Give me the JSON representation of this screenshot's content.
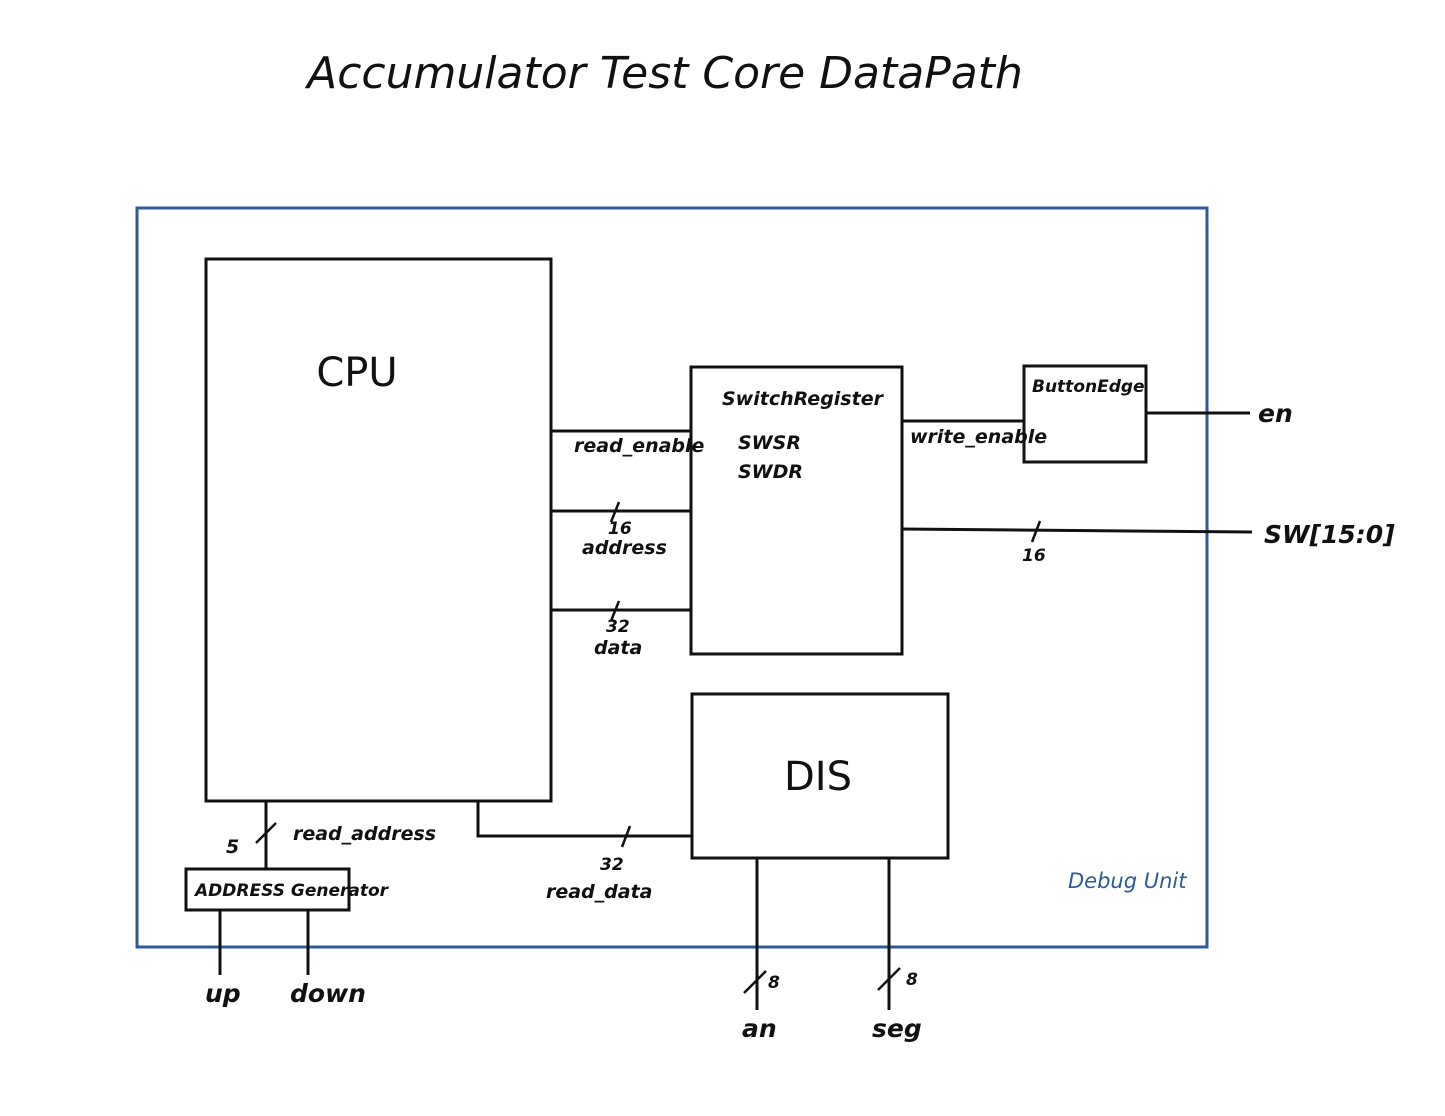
{
  "title": "Accumulator Test Core DataPath",
  "debug_unit_label": "Debug Unit",
  "colors": {
    "frame": "#2e5a9a",
    "ink": "#111111",
    "background": "#ffffff"
  },
  "blocks": {
    "cpu": "CPU",
    "switch_register": "SwitchRegister",
    "swsr": "SWSR",
    "swdr": "SWDR",
    "button_edge": "ButtonEdge",
    "dis": "DIS",
    "address_generator": "ADDRESS Generator"
  },
  "signals": {
    "read_enable": "read_enable",
    "address": "address",
    "address_width": "16",
    "data": "data",
    "data_width": "32",
    "write_enable": "write_enable",
    "sw_width": "16",
    "read_address": "read_address",
    "read_address_width": "5",
    "read_data": "read_data",
    "read_data_width": "32",
    "an_width": "8",
    "seg_width": "8"
  },
  "ports": {
    "en": "en",
    "sw": "SW[15:0]",
    "up": "up",
    "down": "down",
    "an": "an",
    "seg": "seg"
  }
}
